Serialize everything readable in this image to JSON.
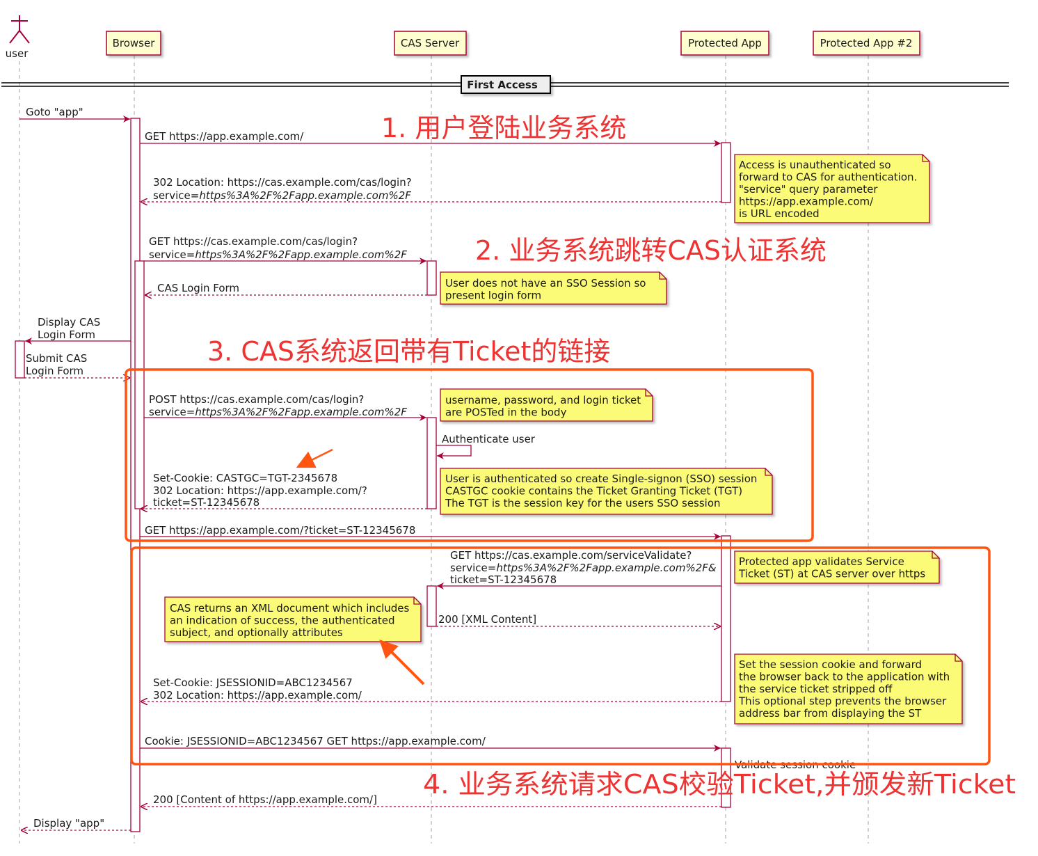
{
  "participants": {
    "user": "user",
    "browser": "Browser",
    "cas": "CAS Server",
    "app": "Protected App",
    "app2": "Protected App #2"
  },
  "divider": "First Access",
  "annotations": {
    "step1": "1. 用户登陆业务系统",
    "step2": "2. 业务系统跳转CAS认证系统",
    "step3": "3. CAS系统返回带有Ticket的链接",
    "step4": "4. 业务系统请求CAS校验Ticket,并颁发新Ticket"
  },
  "messages": {
    "m1": "Goto \"app\"",
    "m2": "GET https://app.example.com/",
    "m3a": "302 Location: https://cas.example.com/cas/login?",
    "m3b_prefix": "service=",
    "m3b_url": "https%3A%2F%2Fapp.example.com%2F",
    "m4a": "GET https://cas.example.com/cas/login?",
    "m4b_prefix": "service=",
    "m4b_url": "https%3A%2F%2Fapp.example.com%2F",
    "m5": "CAS Login Form",
    "m6a": "Display CAS",
    "m6b": "Login Form",
    "m7a": "Submit CAS",
    "m7b": "Login Form",
    "m8a": "POST https://cas.example.com/cas/login?",
    "m8b_prefix": "service=",
    "m8b_url": "https%3A%2F%2Fapp.example.com%2F",
    "m9": "Authenticate user",
    "m10a": "Set-Cookie: CASTGC=TGT-2345678",
    "m10b": "302 Location: https://app.example.com/?",
    "m10c": "ticket=ST-12345678",
    "m11": "GET https://app.example.com/?ticket=ST-12345678",
    "m12a": "GET https://cas.example.com/serviceValidate?",
    "m12b_prefix": "service=",
    "m12b_url": "https%3A%2F%2Fapp.example.com%2F&",
    "m12c": "ticket=ST-12345678",
    "m13": "200 [XML Content]",
    "m14a": "Set-Cookie: JSESSIONID=ABC1234567",
    "m14b": "302 Location: https://app.example.com/",
    "m15": "Cookie: JSESSIONID=ABC1234567 GET https://app.example.com/",
    "m16": "Validate session cookie",
    "m17": "200 [Content of https://app.example.com/]",
    "m18": "Display \"app\""
  },
  "notes": {
    "n1": [
      "Access is unauthenticated so",
      "forward to CAS for authentication.",
      "\"service\" query parameter",
      "https://app.example.com/",
      "is URL encoded"
    ],
    "n2": [
      "User does not have an SSO Session so",
      "present login form"
    ],
    "n3": [
      "username, password, and login ticket",
      "are POSTed in the body"
    ],
    "n4": [
      "User is authenticated so create Single-signon (SSO) session",
      "CASTGC cookie contains the Ticket Granting Ticket (TGT)",
      "The TGT is the session key for the users SSO session"
    ],
    "n5": [
      "Protected app validates Service",
      "Ticket (ST) at CAS server over https"
    ],
    "n6": [
      "CAS returns an XML document which includes",
      "an indication of success, the authenticated",
      "subject, and optionally attributes"
    ],
    "n7": [
      "Set the session cookie and forward",
      "the browser back to the application with",
      "the service ticket stripped off",
      "This optional step prevents the browser",
      "address bar from displaying the ST"
    ]
  },
  "colors": {
    "lifeline": "#b0b0b0",
    "message": "#a80036",
    "note_fill": "#fbfb77",
    "participant_fill": "#fefece",
    "highlight": "#ff5511",
    "annotation": "#ee3333"
  }
}
